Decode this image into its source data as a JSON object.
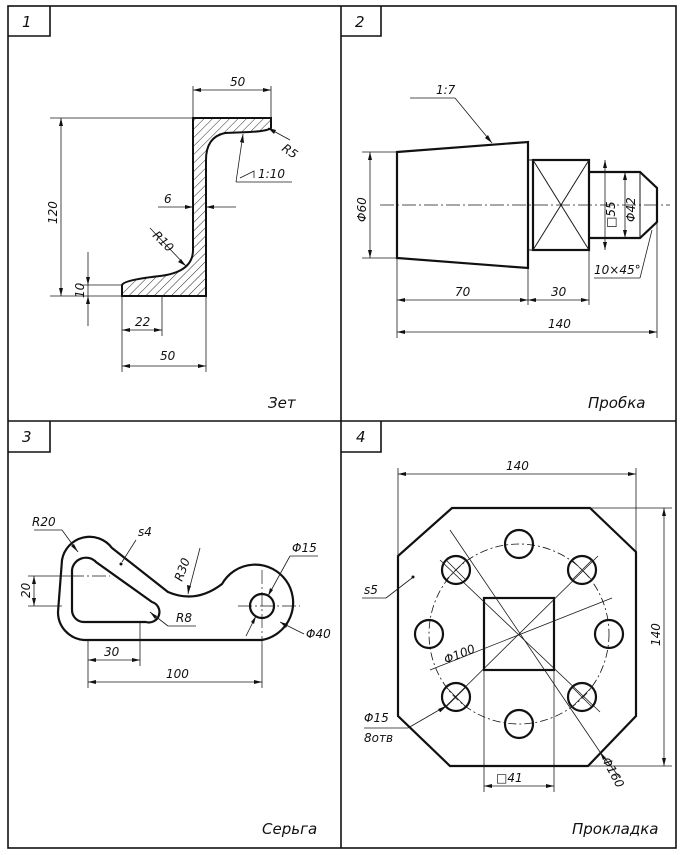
{
  "panels": [
    {
      "number": "1",
      "title": "Зет",
      "dims": {
        "top_width": "50",
        "radius_top": "R5",
        "taper": "1:10",
        "web": "6",
        "height": "120",
        "radius_inner": "R10",
        "flange": "10",
        "flange_part": "22",
        "bottom_width": "50"
      }
    },
    {
      "number": "2",
      "title": "Пробка",
      "dims": {
        "taper": "1:7",
        "diameter_main": "Φ60",
        "square": "□55",
        "diameter_small": "Φ42",
        "chamfer": "10×45°",
        "len_a": "70",
        "len_b": "30",
        "total": "140"
      }
    },
    {
      "number": "3",
      "title": "Серьга",
      "dims": {
        "r20": "R20",
        "thickness": "s4",
        "r30": "R30",
        "d15": "Φ15",
        "height": "20",
        "r8": "R8",
        "d40": "Φ40",
        "len_a": "30",
        "len_b": "100"
      }
    },
    {
      "number": "4",
      "title": "Прокладка",
      "dims": {
        "width": "140",
        "height": "140",
        "thickness": "s5",
        "d100": "Φ100",
        "holes": "Φ15",
        "holes_count": "8отв",
        "d160": "Φ160",
        "square": "□41"
      }
    }
  ]
}
